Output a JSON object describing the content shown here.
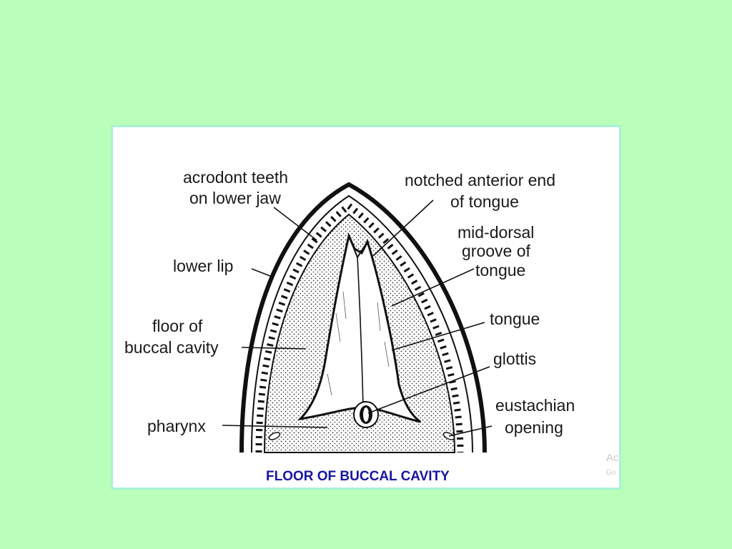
{
  "diagram": {
    "caption": "FLOOR OF BUCCAL CAVITY",
    "labels": {
      "acrodont_teeth": [
        "acrodont teeth",
        "on lower jaw"
      ],
      "notched_anterior": [
        "notched anterior end",
        "of tongue"
      ],
      "mid_dorsal": [
        "mid-dorsal",
        "groove of",
        "tongue"
      ],
      "lower_lip": [
        "lower lip"
      ],
      "floor": [
        "floor of",
        "buccal cavity"
      ],
      "tongue": [
        "tongue"
      ],
      "glottis": [
        "glottis"
      ],
      "eustachian": [
        "eustachian",
        "opening"
      ],
      "pharynx": [
        "pharynx"
      ]
    },
    "faint_text": [
      "Ac",
      "Go"
    ]
  },
  "colors": {
    "background": "#b9ffb9",
    "panel": "#ffffff",
    "ink": "#1a1a1a",
    "caption": "#1515a0"
  }
}
